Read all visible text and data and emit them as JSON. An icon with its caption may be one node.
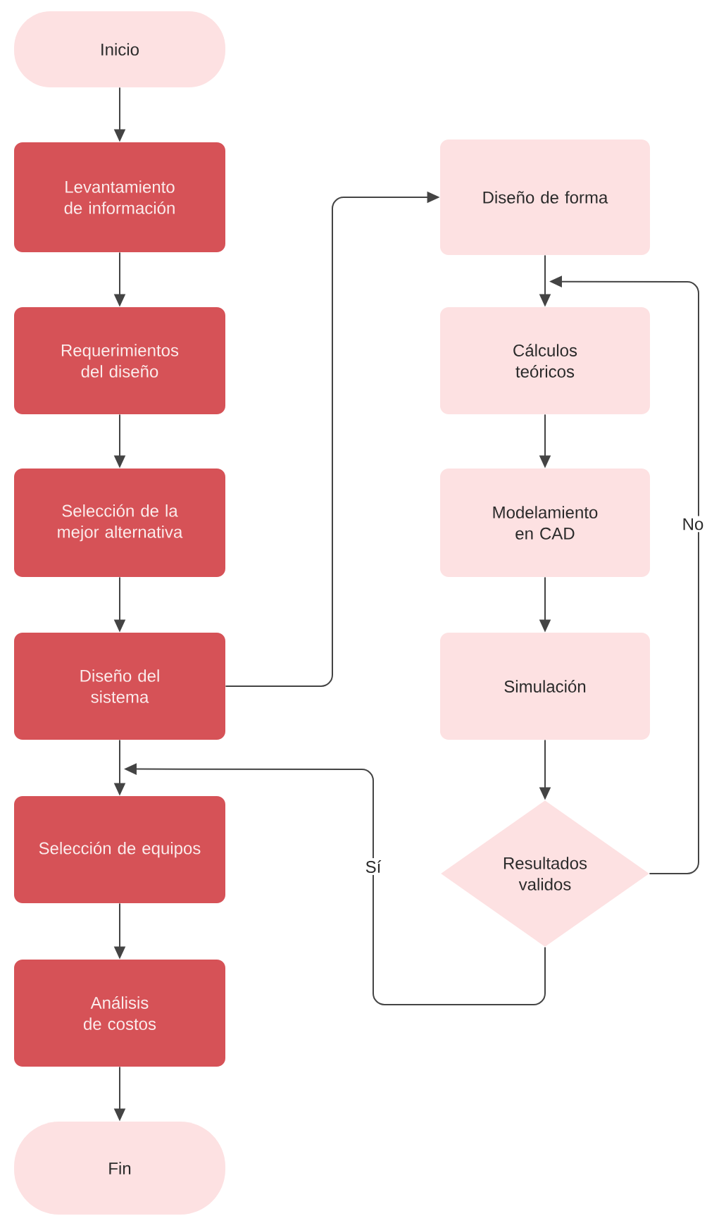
{
  "diagram": {
    "nodes": [
      {
        "text": [
          "Inicio"
        ]
      },
      {
        "text": [
          "Levantamiento de información"
        ]
      },
      {
        "text": [
          "Requerimientos del diseño"
        ]
      },
      {
        "text": [
          "Selección de la mejor alternativa"
        ]
      },
      {
        "text": [
          "Diseño del sistema"
        ]
      },
      {
        "text": [
          "Selección de equipos"
        ]
      },
      {
        "text": [
          "Análisis de costos"
        ]
      },
      {
        "text": [
          "Fin"
        ]
      },
      {
        "text": [
          "Diseño de forma"
        ]
      },
      {
        "text": [
          "Cálculos teóricos"
        ]
      },
      {
        "text": [
          "Modelamiento en CAD"
        ]
      },
      {
        "text": [
          "Simulación"
        ]
      },
      {
        "text": [
          "Resultados validos"
        ]
      }
    ],
    "edges": [
      {
        "from": 0,
        "to": 1,
        "arrow": "to"
      },
      {
        "from": 1,
        "to": 2,
        "arrow": "to"
      },
      {
        "from": 2,
        "to": 3,
        "arrow": "to"
      },
      {
        "from": 3,
        "to": 4,
        "arrow": "to"
      },
      {
        "from": 4,
        "to": 5,
        "arrow": "to"
      },
      {
        "from": 5,
        "to": 6,
        "arrow": "to"
      },
      {
        "from": 6,
        "to": 7,
        "arrow": "to"
      },
      {
        "from": 4,
        "to": 8,
        "arrow": "to"
      },
      {
        "from": 8,
        "to": 9,
        "arrow": "to"
      },
      {
        "from": 9,
        "to": 10,
        "arrow": "to"
      },
      {
        "from": 10,
        "to": 11,
        "arrow": "to"
      },
      {
        "from": 11,
        "to": 12,
        "arrow": "to"
      },
      {
        "from": 12,
        "to": 9,
        "arrow": "to",
        "label": "No"
      },
      {
        "from": 12,
        "to": 5,
        "arrow": "to",
        "label": "Sí"
      }
    ]
  }
}
